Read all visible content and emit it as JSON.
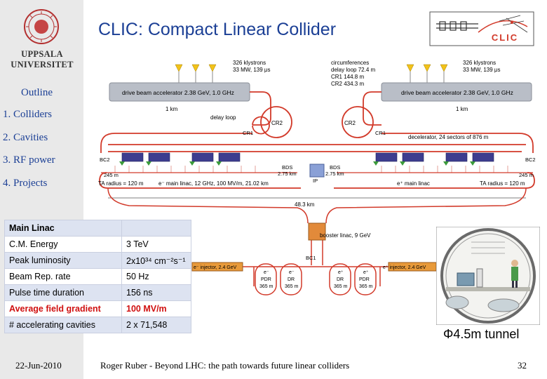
{
  "slide_title": "CLIC: Compact Linear Collider",
  "university": {
    "line1": "UPPSALA",
    "line2": "UNIVERSITET"
  },
  "clic_logo_text": "CLIC",
  "outline": {
    "title": "Outline",
    "items": [
      "1. Colliders",
      "2. Cavities",
      "3. RF power",
      "4. Projects"
    ]
  },
  "diagram": {
    "klystrons_left": [
      "326 klystrons",
      "33 MW, 139 μs"
    ],
    "klystrons_right": [
      "326 klystrons",
      "33 MW, 139 μs"
    ],
    "circumferences": [
      "circumferences",
      "delay loop 72.4 m",
      "CR1 144.8 m",
      "CR2 434.3 m"
    ],
    "drive_beam_left": "drive beam accelerator 2.38 GeV, 1.0 GHz",
    "drive_beam_right": "drive beam accelerator 2.38 GeV, 1.0 GHz",
    "km_left": "1 km",
    "km_right": "1 km",
    "delay_loop": "delay loop",
    "cr2": "CR2",
    "cr1": "CR1",
    "decelerator": "decelerator, 24 sectors of 876 m",
    "bc2": "BC2",
    "m245": "245 m",
    "bds": "BDS",
    "km275": "2.75 km",
    "ip": "IP",
    "ta_radius": "TA radius = 120 m",
    "e_minus_linac": "e⁻ main linac, 12 GHz, 100 MV/m, 21.02 km",
    "e_plus_linac": "e⁺ main linac",
    "total_length": "48.3 km",
    "booster": "booster linac, 9 GeV",
    "bc1": "BC1",
    "e_minus_injector": "e⁻ injector, 2.4 GeV",
    "e_plus_injector": "e⁺ injector, 2.4 GeV",
    "rings": [
      {
        "l1": "e⁻",
        "l2": "PDR",
        "l3": "365 m"
      },
      {
        "l1": "e⁻",
        "l2": "DR",
        "l3": "365 m"
      },
      {
        "l1": "e⁺",
        "l2": "DR",
        "l3": "365 m"
      },
      {
        "l1": "e⁺",
        "l2": "PDR",
        "l3": "365 m"
      }
    ]
  },
  "table": {
    "header": "Main Linac",
    "rows": [
      {
        "label": "C.M. Energy",
        "value": "3 TeV"
      },
      {
        "label": "Peak luminosity",
        "value": "2x10³⁴ cm⁻²s⁻¹"
      },
      {
        "label": "Beam Rep. rate",
        "value": "50 Hz"
      },
      {
        "label": "Pulse time duration",
        "value": "156 ns"
      },
      {
        "label": "Average field gradient",
        "value": "100 MV/m",
        "highlight": true
      },
      {
        "label": "# accelerating cavities",
        "value": "2 x 71,548"
      }
    ]
  },
  "tunnel_caption": "Φ4.5m tunnel",
  "footer": {
    "date": "22-Jun-2010",
    "text": "Roger Ruber - Beyond LHC: the path towards future linear colliders",
    "page": "32"
  },
  "colors": {
    "title_blue": "#1b3f95",
    "beam_red": "#d23a2a",
    "accent_red": "#d01010"
  }
}
